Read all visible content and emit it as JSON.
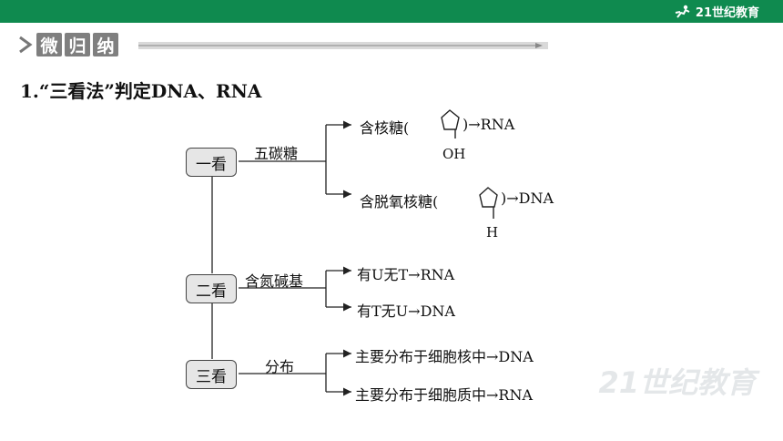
{
  "brand": {
    "text": "21世纪教育"
  },
  "section": {
    "chars": [
      "微",
      "归",
      "纳"
    ]
  },
  "title": "1.“三看法”判定DNA、RNA",
  "diagram": {
    "looks": [
      {
        "label": "一看",
        "criterion": "五碳糖",
        "results": [
          {
            "text_a": "含核糖(",
            "text_b": ")→RNA",
            "sub": "OH"
          },
          {
            "text_a": "含脱氧核糖(",
            "text_b": ")→DNA",
            "sub": "H"
          }
        ]
      },
      {
        "label": "二看",
        "criterion": "含氮碱基",
        "results": [
          {
            "text": "有U无T→RNA"
          },
          {
            "text": "有T无U→DNA"
          }
        ]
      },
      {
        "label": "三看",
        "criterion": "分布",
        "results": [
          {
            "text": "主要分布于细胞核中→DNA"
          },
          {
            "text": "主要分布于细胞质中→RNA"
          }
        ]
      }
    ]
  },
  "watermark": "21世纪教育"
}
